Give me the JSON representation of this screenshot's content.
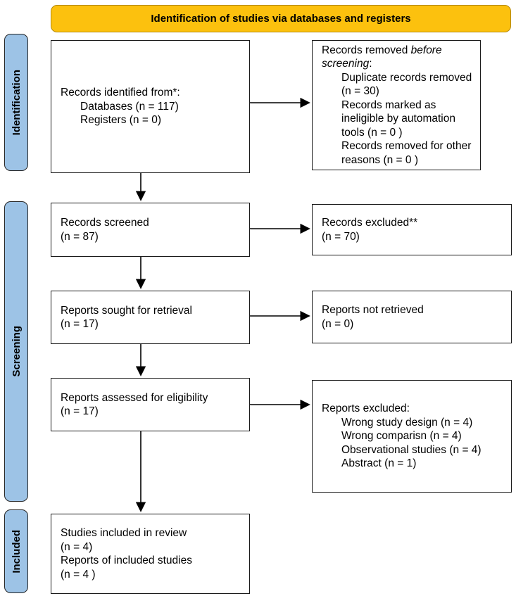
{
  "header": {
    "title": "Identification of studies via databases and registers"
  },
  "sidebar": {
    "identification": "Identification",
    "screening": "Screening",
    "included": "Included"
  },
  "flow": {
    "records_identified": {
      "title": "Records identified from*:",
      "items": [
        "Databases (n = 117)",
        "Registers (n = 0)"
      ]
    },
    "records_removed": {
      "prefix": "Records removed ",
      "italic": "before screening",
      "suffix": ":",
      "items": [
        "Duplicate records removed (n = 30)",
        "Records marked as ineligible by automation tools (n = 0 )",
        "Records removed for other reasons (n = 0 )"
      ]
    },
    "records_screened": {
      "line1": "Records screened",
      "line2": "(n = 87)"
    },
    "records_excluded": {
      "line1": "Records excluded**",
      "line2": "(n = 70)"
    },
    "reports_sought": {
      "line1": "Reports sought for retrieval",
      "line2": "(n = 17)"
    },
    "reports_not_retrieved": {
      "line1": "Reports not retrieved",
      "line2": "(n = 0)"
    },
    "reports_assessed": {
      "line1": "Reports assessed for eligibility",
      "line2": "(n = 17)"
    },
    "reports_excluded": {
      "title": "Reports excluded:",
      "items": [
        "Wrong study design (n = 4)",
        "Wrong comparisn (n = 4)",
        "Observational studies (n = 4)",
        "Abstract (n = 1)"
      ]
    },
    "studies_included": {
      "lines": [
        "Studies included in review",
        "(n = 4)",
        "Reports of included studies",
        "(n = 4 )"
      ]
    }
  },
  "colors": {
    "header_bg": "#FCC10E",
    "sidebar_bg": "#9DC3E6",
    "box_border": "#1A1A1A"
  }
}
